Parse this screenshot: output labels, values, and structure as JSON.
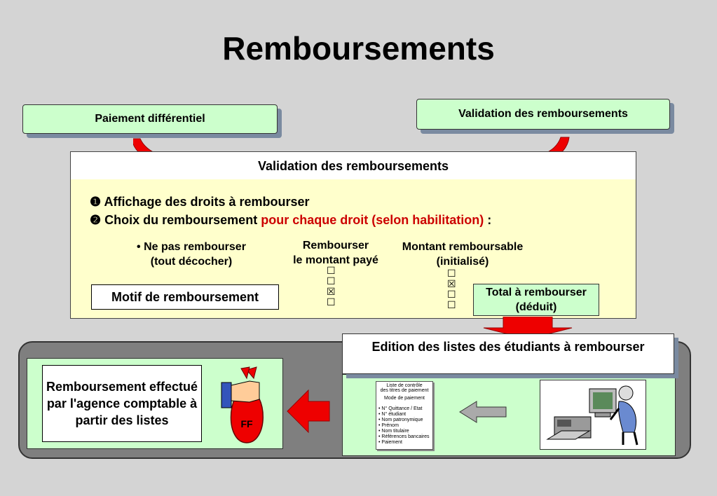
{
  "title": "Remboursements",
  "top_left_label": "Paiement différentiel",
  "top_right_label": "Validation des remboursements",
  "panel": {
    "header": "Validation des remboursements",
    "step1_bullet": "❶",
    "step1_text": "Affichage des droits à rembourser",
    "step2_bullet": "❷",
    "step2_text": "Choix du remboursement",
    "step2_red": "pour chaque droit (selon habilitation)",
    "step2_colon": ":",
    "opt1_line1": "• Ne pas rembourser",
    "opt1_line2": "(tout décocher)",
    "opt2_line1": "Rembourser",
    "opt2_line2": "le montant payé",
    "opt3_line1": "Montant remboursable",
    "opt3_line2": "(initialisé)",
    "checkboxes_mid": [
      "☐",
      "☐",
      "☒",
      "☐"
    ],
    "checkboxes_right": [
      "☐",
      "☒",
      "☐",
      "☐"
    ],
    "motif": "Motif de remboursement",
    "total_line1": "Total à rembourser",
    "total_line2": "(déduit)"
  },
  "edition_label": "Edition des listes des étudiants à rembourser",
  "remb_text": "Remboursement effectué par l'agence comptable à partir des listes",
  "bag_label": "FF",
  "doc": {
    "title1": "Liste de contrôle",
    "title2": "des titres de paiement",
    "subtitle": "Mode de paiement",
    "items": [
      "• N° Quittance / Etat",
      "• N° étudiant",
      "• Nom patronymique",
      "• Prénom",
      "• Nom titulaire",
      "• Références bancaires",
      "• Paiement"
    ]
  },
  "colors": {
    "green": "#ccffcc",
    "yellow": "#ffffcc",
    "red_arrow": "#ee0000",
    "shadow": "#7a8aa0"
  }
}
